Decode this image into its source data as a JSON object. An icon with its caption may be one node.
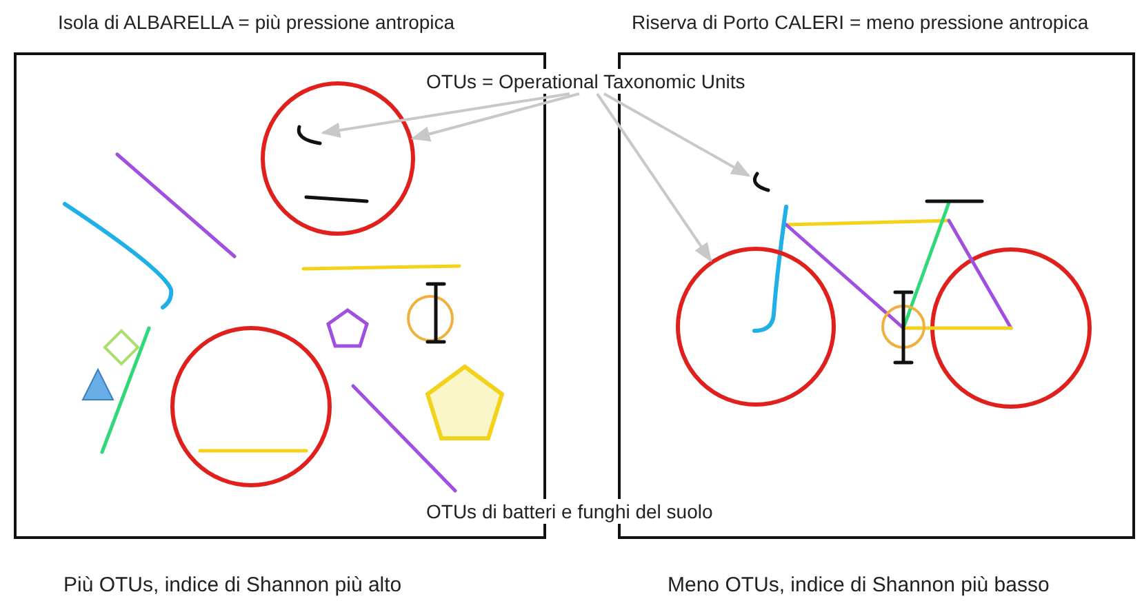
{
  "diagram": {
    "nodes": [
      {
        "text": [
          "Isola di ALBARELLA = più pressione antropica"
        ],
        "beside": [
          "Più OTUs, indice di Shannon più alto"
        ]
      },
      {
        "text": [
          "Riserva di Porto CALERI = meno pressione antropica"
        ],
        "beside": [
          "Meno OTUs, indice di Shannon più basso"
        ]
      },
      {
        "text": [
          "OTUs = Operational Taxonomic Units"
        ]
      },
      {
        "text": [],
        "shape": "circle",
        "in": 0
      },
      {
        "text": [],
        "shape": "hook",
        "in": 3
      },
      {
        "text": [],
        "shape": "hook",
        "in": 1
      },
      {
        "text": [],
        "shape": "circle",
        "in": 1
      },
      {
        "text": [
          "OTUs di batteri e funghi del suolo"
        ]
      }
    ],
    "edges": [
      {
        "from": 2,
        "to": 4,
        "arrow": "to"
      },
      {
        "from": 2,
        "to": 3,
        "arrow": "to"
      },
      {
        "from": 2,
        "to": 5,
        "arrow": "to"
      },
      {
        "from": 2,
        "to": 6,
        "arrow": "to"
      }
    ]
  }
}
